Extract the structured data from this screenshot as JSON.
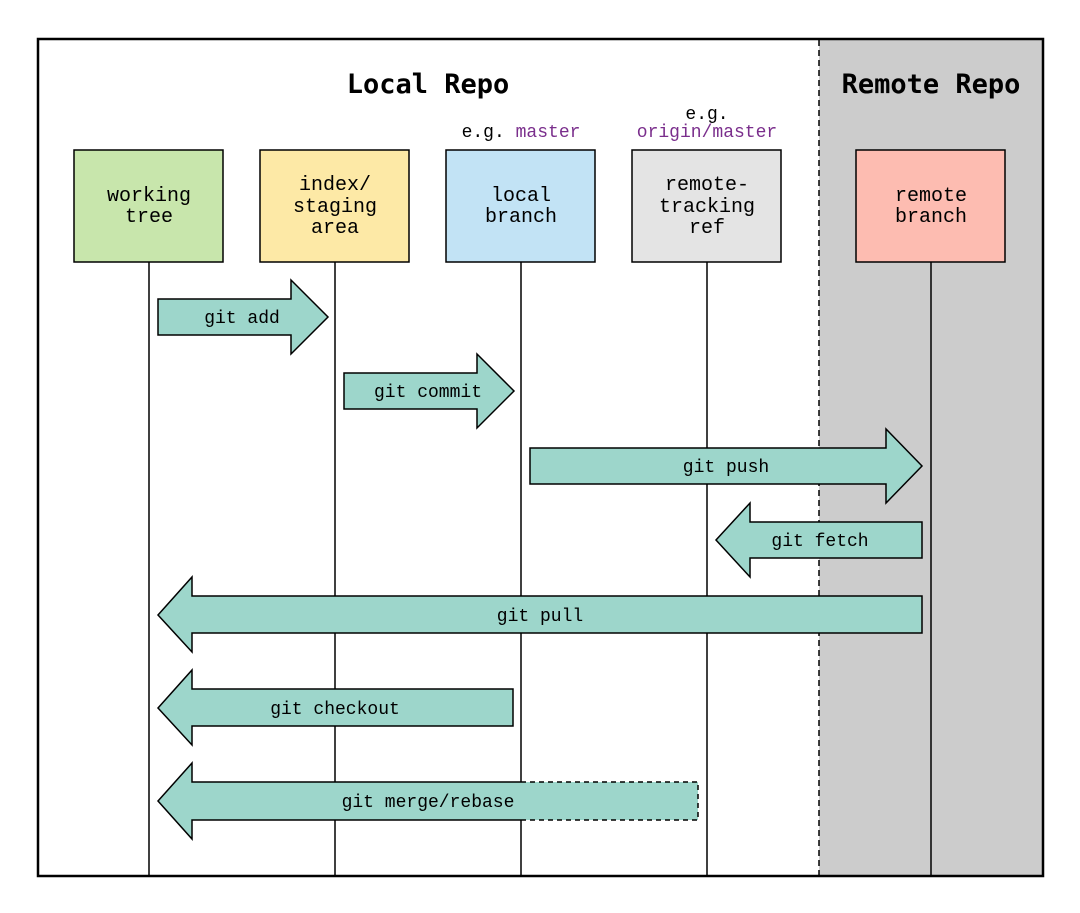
{
  "titles": {
    "local": "Local Repo",
    "remote": "Remote Repo"
  },
  "hints": {
    "local_branch_prefix": "e.g.",
    "local_branch_example": "master",
    "remote_tracking_prefix": "e.g.",
    "remote_tracking_example": "origin/master"
  },
  "boxes": [
    {
      "id": "working-tree",
      "lines": [
        "working",
        "tree"
      ],
      "fill": "#c8e6ac"
    },
    {
      "id": "staging-area",
      "lines": [
        "index/",
        "staging",
        "area"
      ],
      "fill": "#fde9a6"
    },
    {
      "id": "local-branch",
      "lines": [
        "local",
        "branch"
      ],
      "fill": "#c2e3f5"
    },
    {
      "id": "remote-tracking-ref",
      "lines": [
        "remote-",
        "tracking",
        "ref"
      ],
      "fill": "#e4e4e4"
    },
    {
      "id": "remote-branch",
      "lines": [
        "remote",
        "branch"
      ],
      "fill": "#fdbcb1"
    }
  ],
  "commands": [
    {
      "label": "git add",
      "direction": "right",
      "dashed": false
    },
    {
      "label": "git commit",
      "direction": "right",
      "dashed": false
    },
    {
      "label": "git push",
      "direction": "right",
      "dashed": false
    },
    {
      "label": "git fetch",
      "direction": "left",
      "dashed": false
    },
    {
      "label": "git pull",
      "direction": "left",
      "dashed": false
    },
    {
      "label": "git checkout",
      "direction": "left",
      "dashed": false
    },
    {
      "label": "git merge/rebase",
      "direction": "left",
      "dashed": true
    }
  ],
  "colors": {
    "arrow_fill": "#9dd6cb",
    "remote_region": "#cccccc",
    "accent_text": "#7a2e8c"
  }
}
